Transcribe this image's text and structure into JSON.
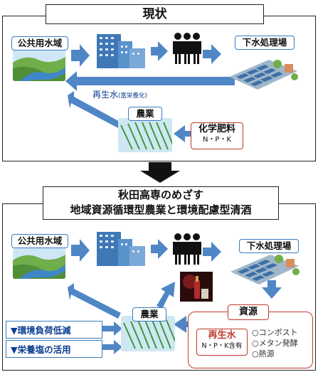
{
  "top": {
    "title": "現状",
    "public_water": "公共用水域",
    "sewage_plant": "下水処理場",
    "recycled_water": "再生水",
    "eutrophication": "(富栄養化)",
    "agriculture": "農業",
    "chemical_fertilizer": "化学肥料",
    "npk": "N・P・K"
  },
  "bottom": {
    "title_line1": "秋田高専のめざす",
    "title_line2": "地域資源循環型農業と環境配慮型清酒",
    "public_water": "公共用水域",
    "sewage_plant": "下水処理場",
    "agriculture": "農業",
    "resources": "資源",
    "recycled_water": "再生水",
    "npk_contained": "N・P・K含有",
    "resource_items": [
      "コンポスト",
      "メタン発酵",
      "熱源"
    ],
    "benefits": [
      "▼環境負荷低減",
      "▼栄養塩の活用"
    ]
  },
  "colors": {
    "arrow": "#4f86c6",
    "accent_red": "#c0392b",
    "label_blue": "#0b3d91"
  }
}
